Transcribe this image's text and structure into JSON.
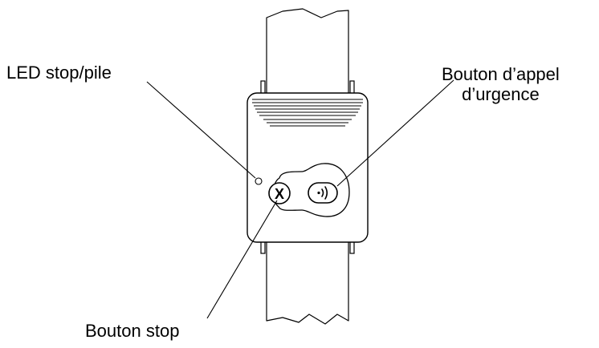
{
  "callouts": {
    "led": "LED stop/pile",
    "emergency_line1": "Bouton d’appel",
    "emergency_line2": "d’urgence",
    "stop": "Bouton stop"
  },
  "button_symbols": {
    "stop": "X"
  },
  "icons": {
    "emergency_button": "call-waves-icon",
    "stop_button": "x-icon"
  },
  "colors": {
    "stroke": "#000000",
    "background": "#ffffff"
  }
}
